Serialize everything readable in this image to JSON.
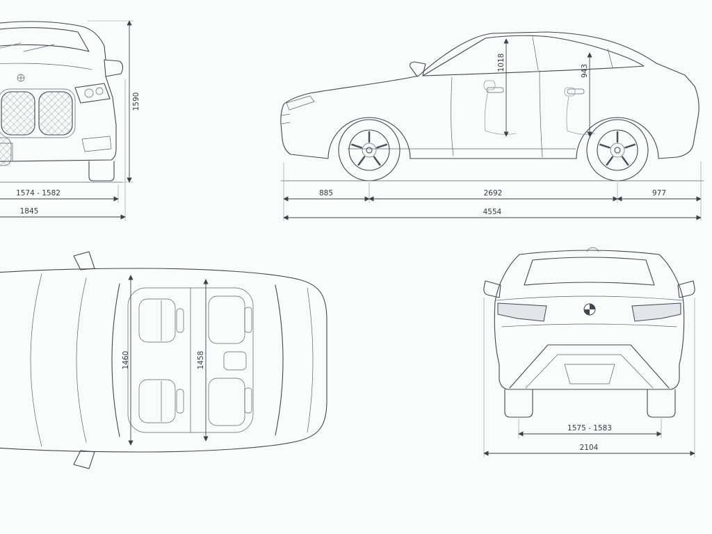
{
  "page": {
    "background": "#fafbfb",
    "line_color": "#41464c",
    "diagram_title": "vehicle-dimensions-blueprint"
  },
  "icons": {
    "brand_badge": "bmw-roundel"
  },
  "views": {
    "front": {
      "height_mm": "1590",
      "track_width_mm": "1574 - 1582",
      "overall_width_mm": "1845"
    },
    "side": {
      "front_interior_height_mm": "1018",
      "rear_interior_height_mm": "943",
      "front_overhang_mm": "885",
      "wheelbase_mm": "2692",
      "rear_overhang_mm": "977",
      "overall_length_mm": "4554"
    },
    "top": {
      "front_interior_width_mm": "1460",
      "rear_interior_width_mm": "1458"
    },
    "rear": {
      "rear_track_width_mm": "1575 - 1583",
      "overall_width_incl_mirrors_mm": "2104"
    }
  }
}
